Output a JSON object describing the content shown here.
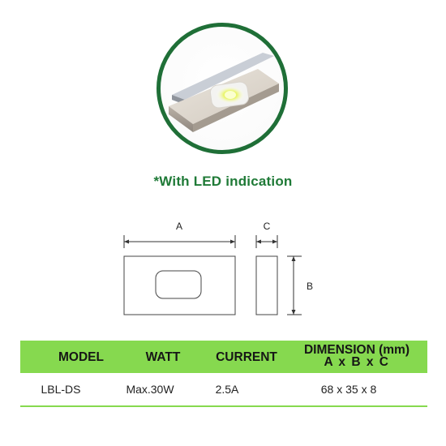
{
  "caption": "*With LED indication",
  "diagram": {
    "label_a": "A",
    "label_b": "B",
    "label_c": "C"
  },
  "table": {
    "headers": {
      "model": "MODEL",
      "watt": "WATT",
      "current": "CURRENT",
      "dimension_line1": "DIMENSION (mm)",
      "dimension_line2": "A x B x C"
    },
    "rows": [
      {
        "model": "LBL-DS",
        "watt": "Max.30W",
        "current": "2.5A",
        "dimension": "68 x 35 x 8"
      }
    ]
  },
  "colors": {
    "circle_border": "#1f6f37",
    "caption_text": "#1f7a37",
    "table_header_bg": "#86d94f"
  }
}
